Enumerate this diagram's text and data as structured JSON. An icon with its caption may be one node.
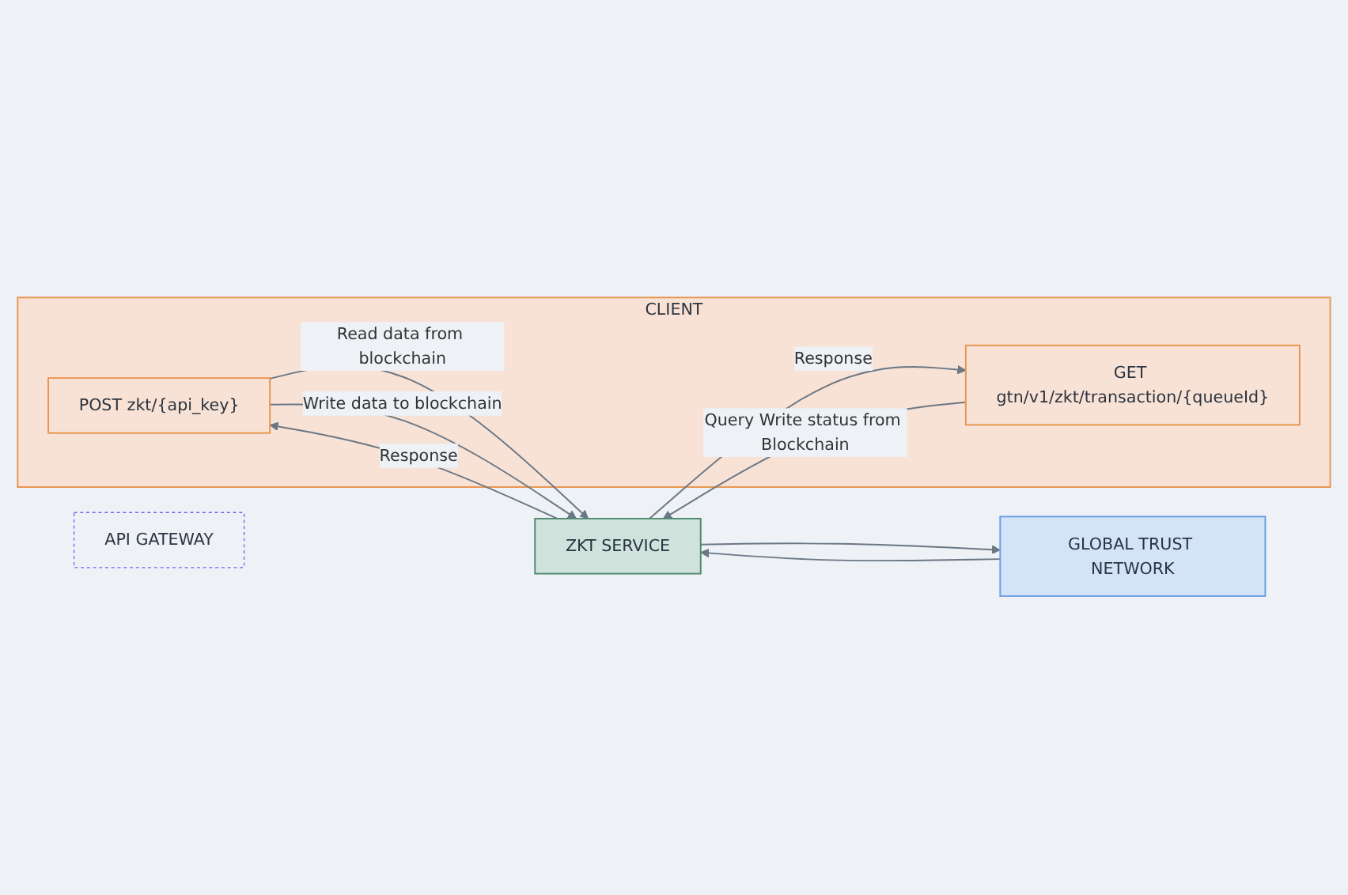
{
  "diagram": {
    "nodes": [
      {
        "text": [
          "CLIENT"
        ]
      },
      {
        "text": [
          "POST zkt/{api_key}"
        ],
        "in": 0
      },
      {
        "text": [
          "GET gtn/v1/zkt/transaction/{queueId}"
        ],
        "in": 0
      },
      {
        "text": [
          "API GATEWAY"
        ]
      },
      {
        "text": [
          "ZKT SERVICE"
        ]
      },
      {
        "text": [
          "GLOBAL TRUST NETWORK"
        ]
      }
    ],
    "edges": [
      {
        "from": 1,
        "to": 4,
        "arrow": "to",
        "label": "Read data from blockchain"
      },
      {
        "from": 1,
        "to": 4,
        "arrow": "to",
        "label": "Write data to blockchain"
      },
      {
        "from": 4,
        "to": 1,
        "arrow": "to",
        "label": "Response"
      },
      {
        "from": 2,
        "to": 4,
        "arrow": "to",
        "label": "Query Write status from Blockchain"
      },
      {
        "from": 4,
        "to": 2,
        "arrow": "to",
        "label": "Response"
      },
      {
        "from": 4,
        "to": 5,
        "arrow": "to"
      },
      {
        "from": 5,
        "to": 4,
        "arrow": "to"
      }
    ]
  }
}
